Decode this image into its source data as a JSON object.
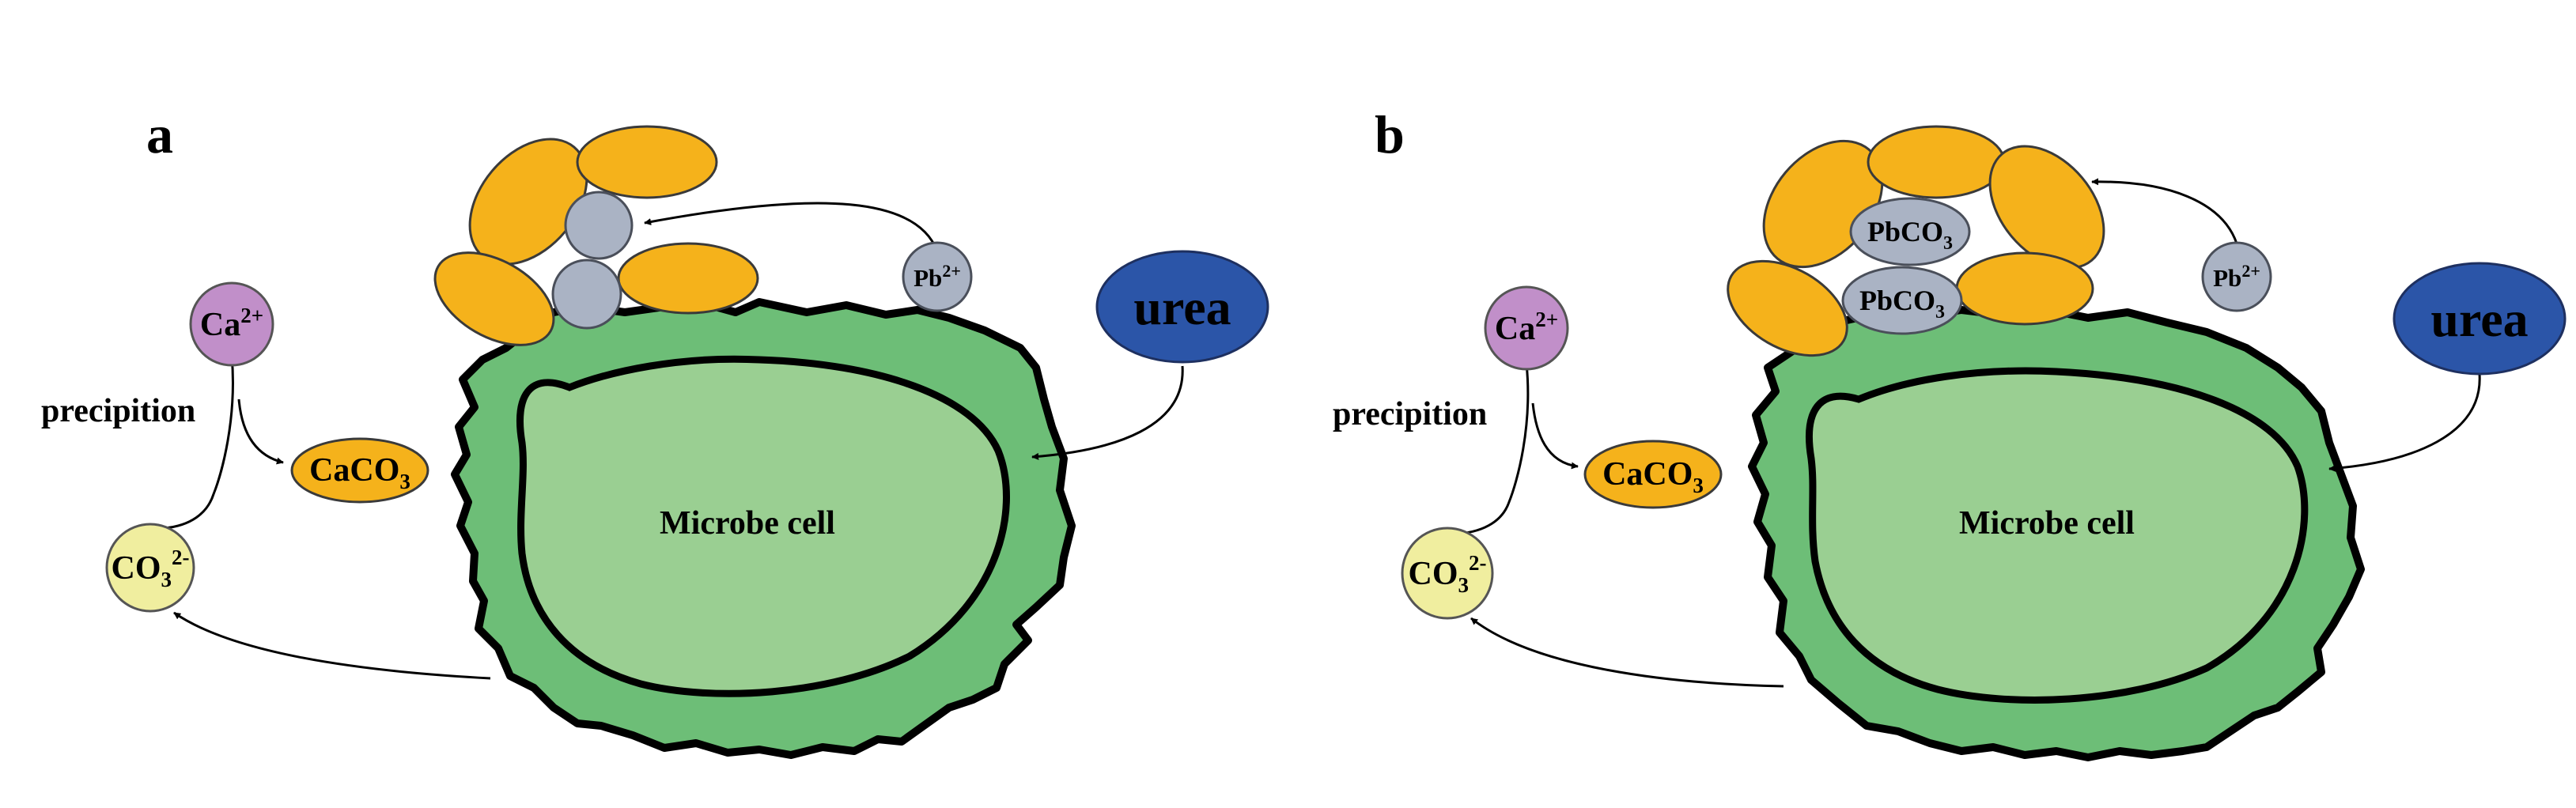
{
  "panels": [
    {
      "label": "a",
      "cell_label": "Microbe cell",
      "urea_label": "urea",
      "ca_label": "Ca",
      "ca_charge": "2+",
      "co3_base": "CO",
      "co3_sub": "3",
      "co3_charge": "2-",
      "caco3_base": "CaCO",
      "caco3_sub": "3",
      "pb_base": "Pb",
      "pb_charge": "2+",
      "precipitation_label": "precipition"
    },
    {
      "label": "b",
      "cell_label": "Microbe cell",
      "urea_label": "urea",
      "ca_label": "Ca",
      "ca_charge": "2+",
      "co3_base": "CO",
      "co3_sub": "3",
      "co3_charge": "2-",
      "caco3_base": "CaCO",
      "caco3_sub": "3",
      "pb_base": "Pb",
      "pb_charge": "2+",
      "precipitation_label": "precipition",
      "pbco3_base": "PbCO",
      "pbco3_sub": "3"
    }
  ],
  "colors": {
    "cell_wall": "#6dbe77",
    "cell_inner": "#9acf92",
    "crystal": "#f5b21b",
    "pb_ion": "#aab3c4",
    "ca_ion": "#c18fc9",
    "co3_ion": "#f0ee9f",
    "urea": "#2b55a8"
  }
}
